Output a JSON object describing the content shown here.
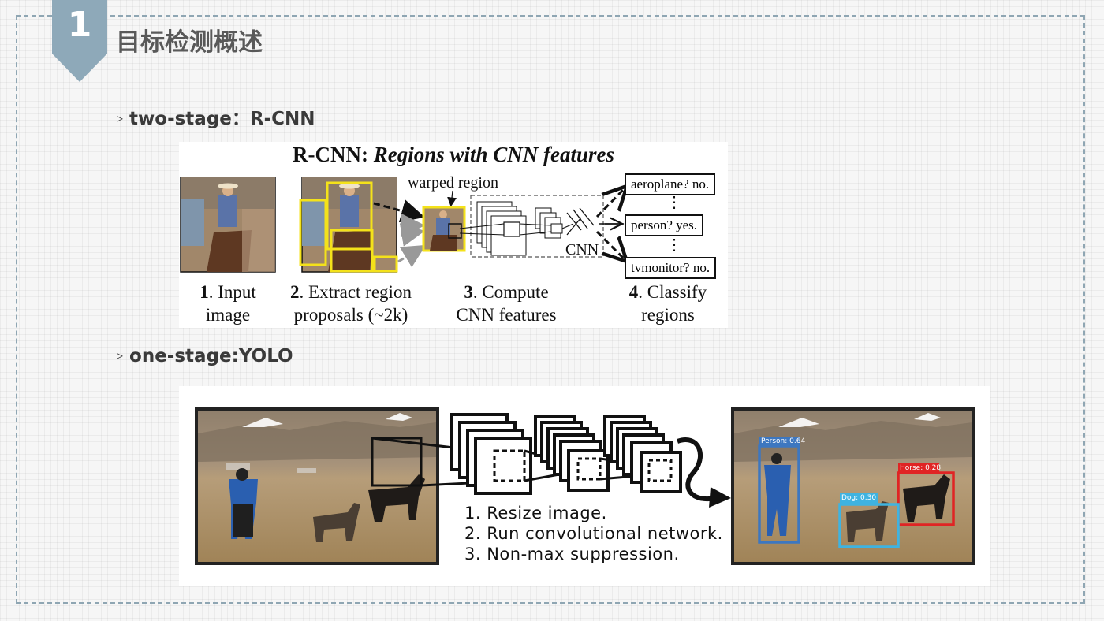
{
  "slide": {
    "number": "1",
    "title": "目标检测概述"
  },
  "bullets": [
    {
      "marker": "▹",
      "text": "two-stage：R-CNN"
    },
    {
      "marker": "▹",
      "text": "one-stage:YOLO"
    }
  ],
  "rcnn_figure": {
    "title_bold": "R-CNN: ",
    "title_italic": "Regions with CNN features",
    "warped_label": "warped region",
    "cnn_label": "CNN",
    "class_boxes": [
      "aeroplane? no.",
      "person? yes.",
      "tvmonitor? no."
    ],
    "dots": [
      "⋮",
      "⋮"
    ],
    "steps": [
      {
        "num": "1",
        "text": ". Input",
        "line2": "image"
      },
      {
        "num": "2",
        "text": ". Extract region",
        "line2": "proposals (~2k)"
      },
      {
        "num": "3",
        "text": ". Compute",
        "line2": "CNN features"
      },
      {
        "num": "4",
        "text": ". Classify",
        "line2": "regions"
      }
    ],
    "colors": {
      "proposal_box": "#f4e21a",
      "arrow": "#111111"
    }
  },
  "yolo_figure": {
    "steps": [
      "1. Resize image.",
      "2. Run convolutional network.",
      "3. Non-max suppression."
    ],
    "detections": [
      {
        "label": "Person: 0.64",
        "color": "#3d77c0"
      },
      {
        "label": "Horse: 0.28",
        "color": "#e02424"
      },
      {
        "label": "Dog: 0.30",
        "color": "#3fb3e0"
      }
    ]
  },
  "colors": {
    "badge": "#8ea9b9",
    "title_text": "#595959",
    "frame_border": "#8fa6b3"
  }
}
